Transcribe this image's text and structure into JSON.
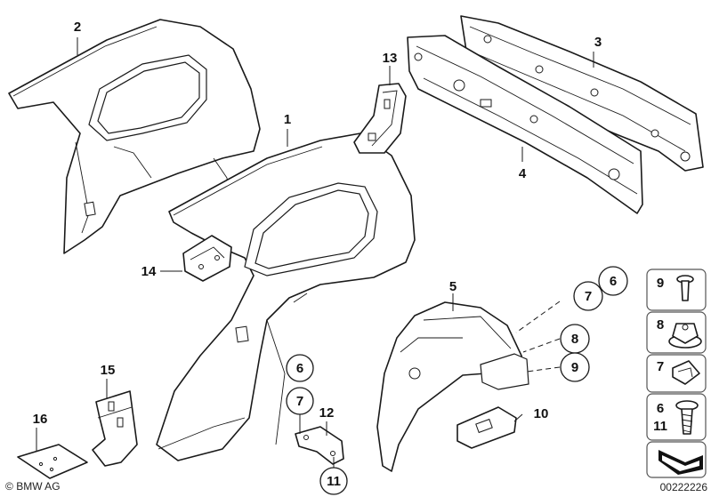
{
  "callouts": {
    "p1": "1",
    "p2": "2",
    "p3": "3",
    "p4": "4",
    "p5": "5",
    "p6a": "6",
    "p6b": "6",
    "p6c": "6",
    "p7a": "7",
    "p7b": "7",
    "p7c": "7",
    "p8a": "8",
    "p8b": "8",
    "p9a": "9",
    "p9b": "9",
    "p10": "10",
    "p11a": "11",
    "p11b": "11",
    "p12": "12",
    "p13": "13",
    "p14": "14",
    "p15": "15",
    "p16": "16"
  },
  "footer": {
    "brand": "BMW AG",
    "copyright_symbol": "©",
    "doc_number": "00222226"
  }
}
